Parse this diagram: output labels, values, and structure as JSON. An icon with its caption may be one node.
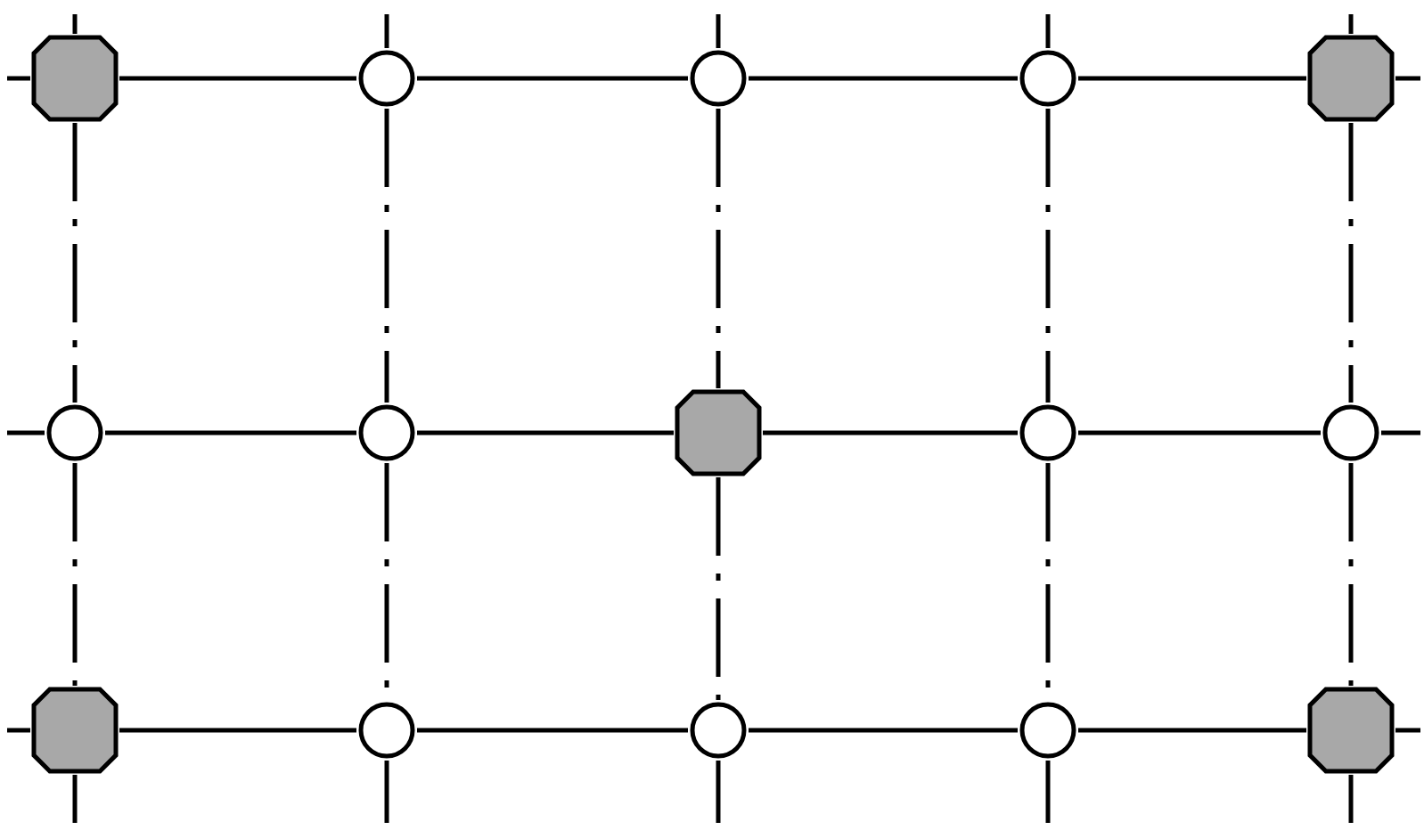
{
  "diagram": {
    "nodes": [
      {
        "text": [],
        "shape": "octagon"
      },
      {
        "text": [],
        "shape": "circle"
      },
      {
        "text": [],
        "shape": "circle"
      },
      {
        "text": [],
        "shape": "circle"
      },
      {
        "text": [],
        "shape": "octagon"
      },
      {
        "text": [],
        "shape": "circle"
      },
      {
        "text": [],
        "shape": "circle"
      },
      {
        "text": [],
        "shape": "octagon"
      },
      {
        "text": [],
        "shape": "circle"
      },
      {
        "text": [],
        "shape": "circle"
      },
      {
        "text": [],
        "shape": "octagon"
      },
      {
        "text": [],
        "shape": "circle"
      },
      {
        "text": [],
        "shape": "circle"
      },
      {
        "text": [],
        "shape": "circle"
      },
      {
        "text": [],
        "shape": "octagon"
      }
    ],
    "edges": [
      {
        "from": 0,
        "to": 1,
        "arrow": "none"
      },
      {
        "from": 1,
        "to": 2,
        "arrow": "none"
      },
      {
        "from": 2,
        "to": 3,
        "arrow": "none"
      },
      {
        "from": 3,
        "to": 4,
        "arrow": "none"
      },
      {
        "from": 5,
        "to": 6,
        "arrow": "none"
      },
      {
        "from": 6,
        "to": 7,
        "arrow": "none"
      },
      {
        "from": 7,
        "to": 8,
        "arrow": "none"
      },
      {
        "from": 8,
        "to": 9,
        "arrow": "none"
      },
      {
        "from": 10,
        "to": 11,
        "arrow": "none"
      },
      {
        "from": 11,
        "to": 12,
        "arrow": "none"
      },
      {
        "from": 12,
        "to": 13,
        "arrow": "none"
      },
      {
        "from": 13,
        "to": 14,
        "arrow": "none"
      },
      {
        "from": 0,
        "to": 5,
        "arrow": "none",
        "style": "dashed"
      },
      {
        "from": 1,
        "to": 6,
        "arrow": "none",
        "style": "dashed"
      },
      {
        "from": 2,
        "to": 7,
        "arrow": "none",
        "style": "dashed"
      },
      {
        "from": 3,
        "to": 8,
        "arrow": "none",
        "style": "dashed"
      },
      {
        "from": 4,
        "to": 9,
        "arrow": "none",
        "style": "dashed"
      },
      {
        "from": 5,
        "to": 10,
        "arrow": "none",
        "style": "dashed"
      },
      {
        "from": 6,
        "to": 11,
        "arrow": "none",
        "style": "dashed"
      },
      {
        "from": 7,
        "to": 12,
        "arrow": "none",
        "style": "dashed"
      },
      {
        "from": 8,
        "to": 13,
        "arrow": "none",
        "style": "dashed"
      },
      {
        "from": 9,
        "to": 14,
        "arrow": "none",
        "style": "dashed"
      },
      {
        "from": null,
        "to": 0,
        "arrow": "none"
      },
      {
        "from": null,
        "to": 5,
        "arrow": "none"
      },
      {
        "from": null,
        "to": 10,
        "arrow": "none"
      },
      {
        "from": 4,
        "to": null,
        "arrow": "none"
      },
      {
        "from": 9,
        "to": null,
        "arrow": "none"
      },
      {
        "from": 14,
        "to": null,
        "arrow": "none"
      },
      {
        "from": null,
        "to": 0,
        "arrow": "none",
        "style": "dashed"
      },
      {
        "from": null,
        "to": 1,
        "arrow": "none",
        "style": "dashed"
      },
      {
        "from": null,
        "to": 2,
        "arrow": "none",
        "style": "dashed"
      },
      {
        "from": null,
        "to": 3,
        "arrow": "none",
        "style": "dashed"
      },
      {
        "from": null,
        "to": 4,
        "arrow": "none",
        "style": "dashed"
      },
      {
        "from": 10,
        "to": null,
        "arrow": "none",
        "style": "dashed"
      },
      {
        "from": 11,
        "to": null,
        "arrow": "none",
        "style": "dashed"
      },
      {
        "from": 12,
        "to": null,
        "arrow": "none",
        "style": "dashed"
      },
      {
        "from": 13,
        "to": null,
        "arrow": "none",
        "style": "dashed"
      },
      {
        "from": 14,
        "to": null,
        "arrow": "none",
        "style": "dashed"
      }
    ]
  }
}
